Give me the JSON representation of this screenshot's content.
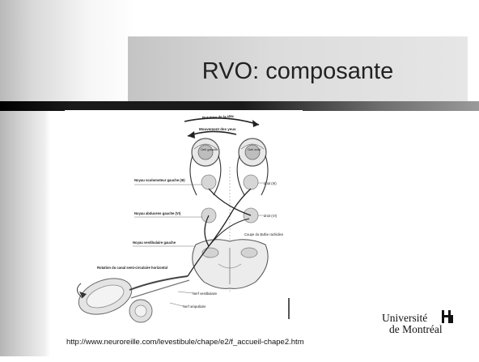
{
  "slide": {
    "title": "RVO: composante"
  },
  "figure": {
    "labels": {
      "head_rotation": "Rotation de la tête",
      "eye_movement": "Mouvement des yeux",
      "left_eye": "Oeil gauche",
      "right_eye": "Oeil droit",
      "oculomotor_left": "Noyau oculomoteur gauche (III)",
      "oculomotor_right": "droit (III)",
      "abducens_left": "Noyau abducens gauche (VI)",
      "abducens_right": "droit (VI)",
      "vestibular_left": "Noyau vestibulaire gauche",
      "medulla_section": "Coupe du Bulbe rachidien",
      "canal_rotation": "Rotation du canal semi-circulaire horizontal",
      "vestibular_nerve": "Nerf vestibulaire",
      "ampullary_nerve": "Nerf ampullaire"
    }
  },
  "logo": {
    "line1": "Université",
    "line2": "de Montréal"
  },
  "source": {
    "url": "http://www.neuroreille.com/levestibule/chape/e2/f_accueil-chape2.htm"
  }
}
